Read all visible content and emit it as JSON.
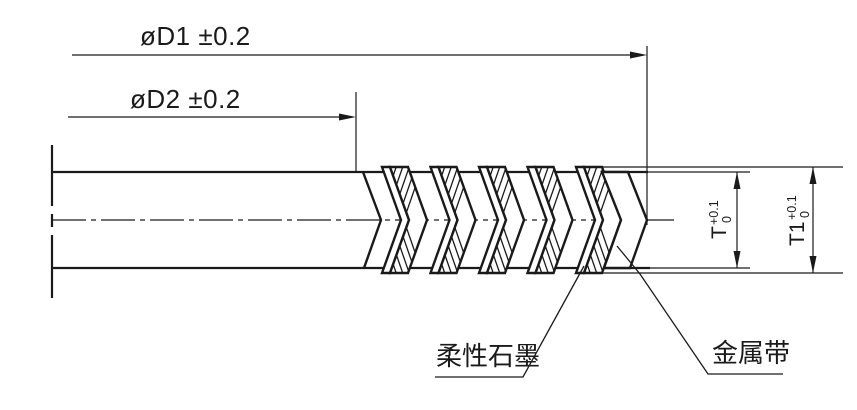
{
  "drawing": {
    "type": "spiral-wound-gasket-cross-section",
    "dimensions": {
      "d1": "øD1 ±0.2",
      "d2": "øD2 ±0.2",
      "t_main": "T",
      "t_sup": "+0.1",
      "t_sub": "0",
      "t1_main": "T1",
      "t1_sup": "+0.1",
      "t1_sub": "0"
    },
    "labels": {
      "graphite": "柔性石墨",
      "metal": "金属带"
    },
    "colors": {
      "line": "#1a1a1a",
      "background": "#ffffff"
    }
  }
}
